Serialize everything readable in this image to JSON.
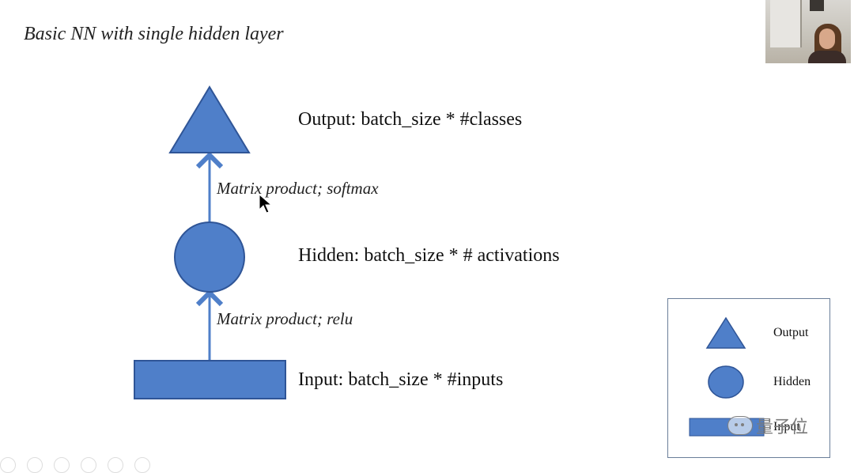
{
  "title": "Basic NN with single hidden layer",
  "nodes": {
    "output": "Output: batch_size * #classes",
    "hidden": "Hidden: batch_size * # activations",
    "input": "Input: batch_size * #inputs"
  },
  "edges": {
    "top": "Matrix product; softmax",
    "bottom": "Matrix product; relu"
  },
  "legend": {
    "output": "Output",
    "hidden": "Hidden",
    "input": "Input"
  },
  "watermark": "量子位",
  "colors": {
    "shape_fill": "#4f7fc9",
    "shape_stroke": "#2f5597",
    "legend_border": "#6a7e99"
  }
}
